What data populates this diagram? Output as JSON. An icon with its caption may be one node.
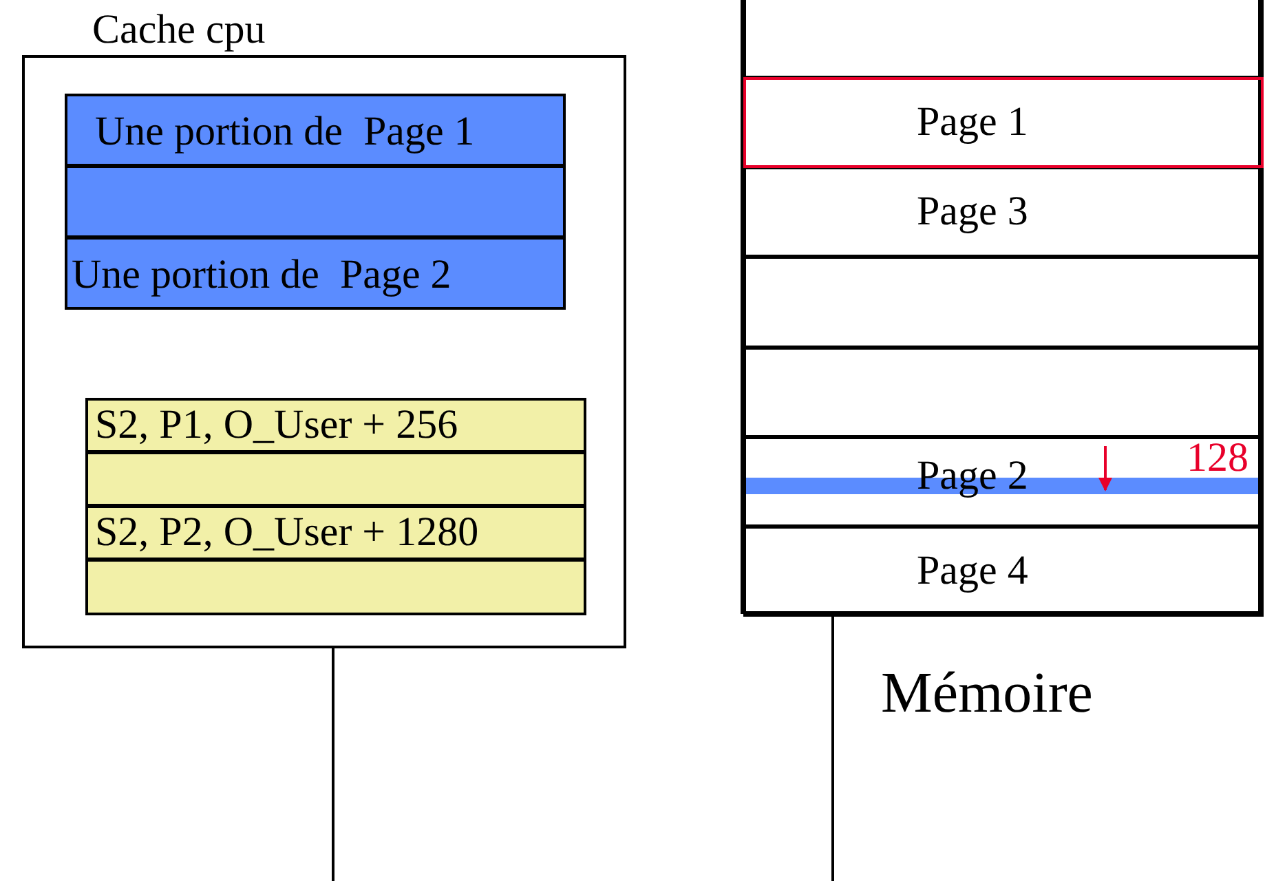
{
  "diagram": {
    "nodes": [
      {
        "text": [
          "Cache cpu"
        ]
      },
      {
        "text": [
          "Une portion de  Page 1"
        ],
        "in": 0
      },
      {
        "text": [],
        "shape": "box",
        "in": 0
      },
      {
        "text": [
          "Une portion de  Page 2"
        ],
        "in": 0
      },
      {
        "text": [
          "S2, P1, O_User + 256"
        ],
        "in": 0
      },
      {
        "text": [],
        "shape": "box",
        "in": 0
      },
      {
        "text": [
          "S2, P2, O_User + 1280"
        ],
        "in": 0
      },
      {
        "text": [],
        "shape": "box",
        "in": 0
      },
      {
        "text": [],
        "shape": "box",
        "beside": [
          "Mémoire"
        ]
      },
      {
        "text": [],
        "shape": "box",
        "in": 8
      },
      {
        "text": [
          "Page 1"
        ],
        "in": 8
      },
      {
        "text": [
          "Page 3"
        ],
        "in": 8
      },
      {
        "text": [],
        "shape": "box",
        "in": 8
      },
      {
        "text": [],
        "shape": "box",
        "in": 8
      },
      {
        "text": [
          "Page 2"
        ],
        "in": 8
      },
      {
        "text": [
          "Page 4"
        ],
        "in": 8
      }
    ],
    "edges": [
      {
        "from": 0,
        "to": null,
        "arrow": "none"
      },
      {
        "from": 8,
        "to": null,
        "arrow": "none"
      }
    ],
    "labels": [
      "128"
    ]
  }
}
